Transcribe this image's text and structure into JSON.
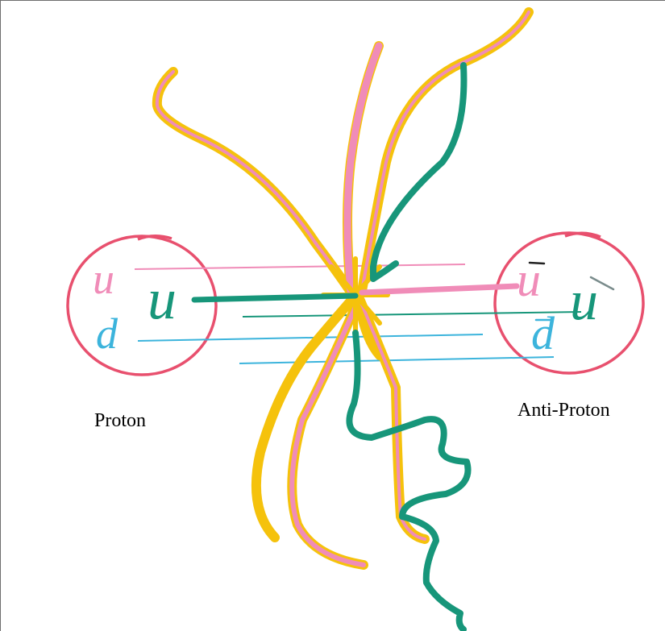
{
  "labels": {
    "proton": "Proton",
    "antiproton": "Anti-Proton"
  },
  "proton_quarks": {
    "up_pink": "u",
    "up_green": "u",
    "down_blue": "d"
  },
  "antiproton_quarks": {
    "antiup_pink": "u",
    "antiup_green": "u",
    "antidown_blue": "d"
  },
  "colors": {
    "circle": "#e8506e",
    "pink": "#f08cb8",
    "green": "#17967a",
    "blue": "#3cb4dc",
    "yellow": "#f5c20c",
    "frame": "#6e6e6e"
  }
}
